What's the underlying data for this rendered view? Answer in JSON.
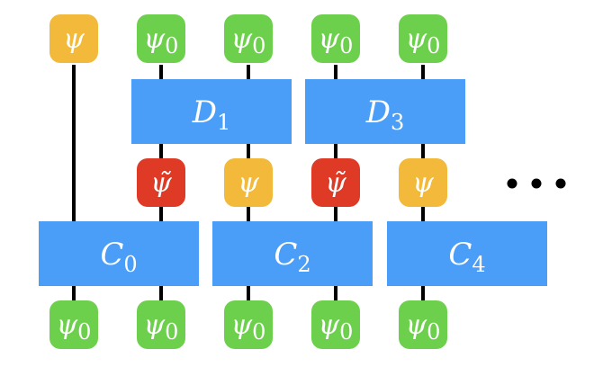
{
  "colors": {
    "box": "#4a9ef7",
    "psi0_tile": "#6dd04c",
    "psi_tile": "#f2b93a",
    "psitilde_tile": "#de3a26",
    "wire": "#000000"
  },
  "labels": {
    "psi": "ψ",
    "psi0": "ψ",
    "psi0_sub": "0",
    "psitilde": "ψ̃",
    "D": "D",
    "C": "C",
    "ellipsis": "…"
  },
  "boxes": [
    {
      "id": "D1",
      "label": "D",
      "sub": "1"
    },
    {
      "id": "D3",
      "label": "D",
      "sub": "3"
    },
    {
      "id": "C0",
      "label": "C",
      "sub": "0"
    },
    {
      "id": "C2",
      "label": "C",
      "sub": "2"
    },
    {
      "id": "C4",
      "label": "C",
      "sub": "4"
    }
  ],
  "top_tiles": [
    {
      "kind": "psi"
    },
    {
      "kind": "psi0"
    },
    {
      "kind": "psi0"
    },
    {
      "kind": "psi0"
    },
    {
      "kind": "psi0"
    }
  ],
  "middle_tiles": [
    {
      "kind": "psitilde"
    },
    {
      "kind": "psi"
    },
    {
      "kind": "psitilde"
    },
    {
      "kind": "psi"
    }
  ],
  "bottom_tiles": [
    {
      "kind": "psi0"
    },
    {
      "kind": "psi0"
    },
    {
      "kind": "psi0"
    },
    {
      "kind": "psi0"
    },
    {
      "kind": "psi0"
    }
  ]
}
